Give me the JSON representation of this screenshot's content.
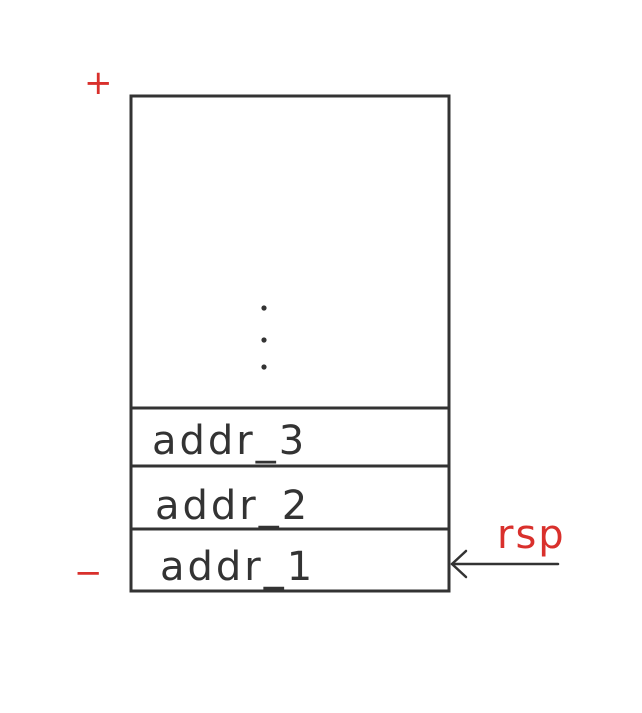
{
  "stack": {
    "top_sign": "+",
    "bottom_sign": "−",
    "ellipsis": "⋮",
    "slots": [
      {
        "label": "addr_3"
      },
      {
        "label": "addr_2"
      },
      {
        "label": "addr_1"
      }
    ]
  },
  "pointer": {
    "label": "rsp",
    "points_to": "addr_1"
  },
  "colors": {
    "ink": "#333333",
    "accent": "#d9302c"
  }
}
